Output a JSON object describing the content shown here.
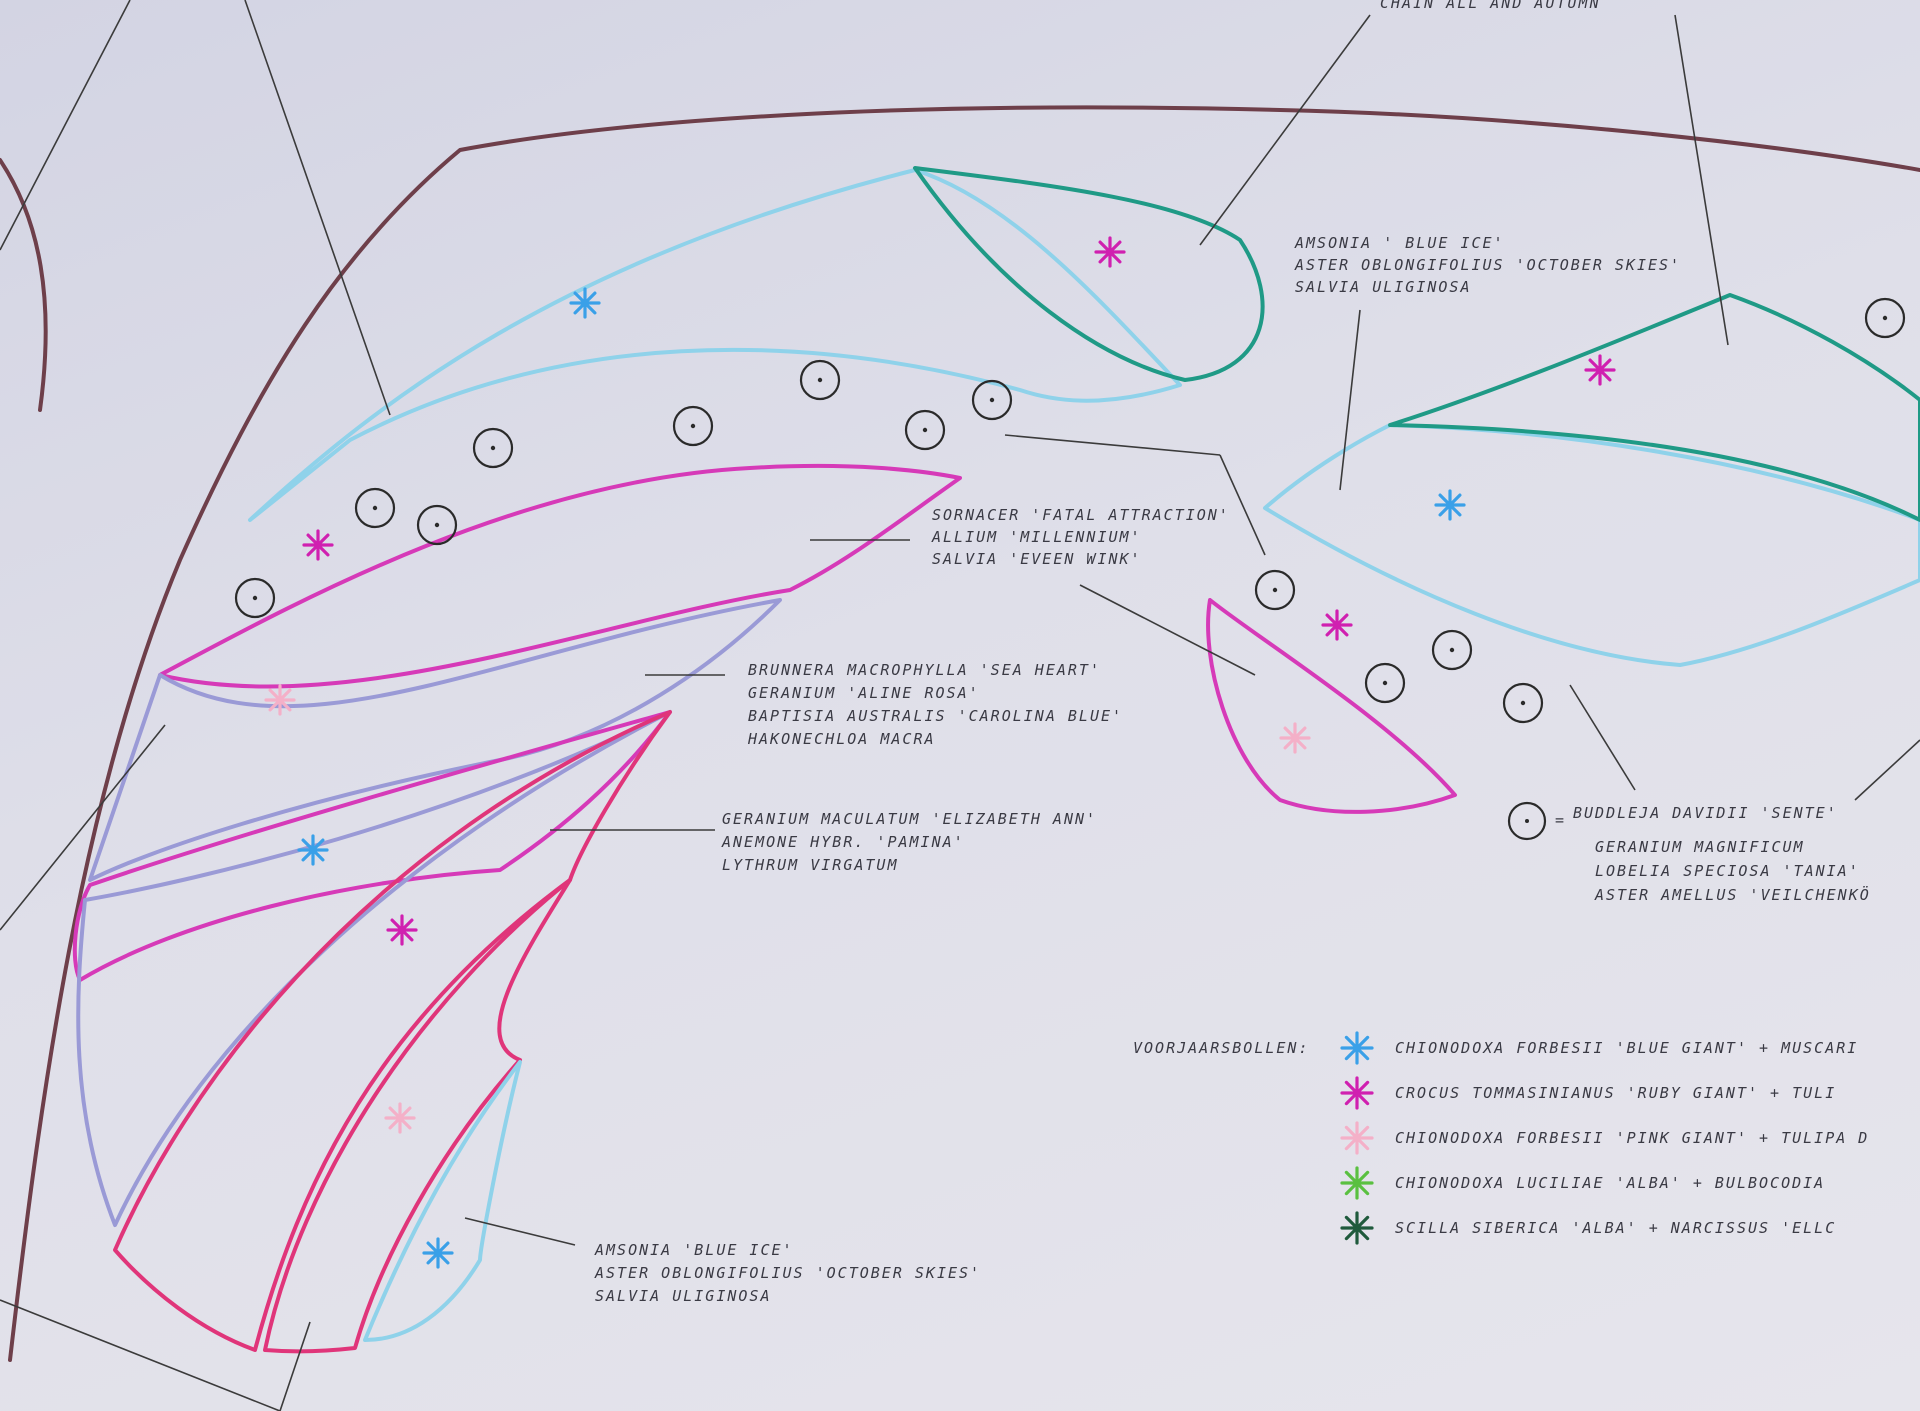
{
  "colors": {
    "paper": "#dcdce8",
    "path_border": "#6e3f4a",
    "light_blue": "#8fd2ea",
    "teal": "#1f9a86",
    "magenta": "#d63ab8",
    "pink_red": "#e0357a",
    "lavender": "#9a9ad6",
    "ink": "#3a3a44",
    "star_blue": "#3aa0e8",
    "star_magenta": "#d020b0",
    "star_pink": "#f4b0c8",
    "star_green": "#5ac040",
    "star_darkgreen": "#1f5a3c"
  },
  "labels": {
    "top_cut": "CHAIN  ALL  AND  AUTUMN",
    "teal_right": [
      "AMSONIA ' BLUE ICE'",
      "ASTER OBLONGIFOLIUS 'OCTOBER SKIES'",
      "SALVIA ULIGINOSA"
    ],
    "magenta_top": [
      "SORNACER 'FATAL ATTRACTION'",
      "ALLIUM 'MILLENNIUM'",
      "SALVIA 'EVEEN WINK'"
    ],
    "magenta_middle": [
      "BRUNNERA MACROPHYLLA 'SEA HEART'",
      "GERANIUM 'ALINE ROSA'",
      "BAPTISIA AUSTRALIS 'CAROLINA BLUE'",
      "HAKONECHLOA MACRA"
    ],
    "magenta_lower": [
      "GERANIUM MACULATUM 'ELIZABETH ANN'",
      "ANEMONE HYBR. 'PAMINA'",
      "LYTHRUM VIRGATUM"
    ],
    "bottom_blue": [
      "AMSONIA 'BLUE ICE'",
      "ASTER OBLONGIFOLIUS 'OCTOBER SKIES'",
      "SALVIA ULIGINOSA"
    ],
    "buddleja": [
      "BUDDLEJA DAVIDII 'SENTE'",
      "GERANIUM MAGNIFICUM",
      "LOBELIA SPECIOSA 'TANIA'",
      "ASTER AMELLUS 'VEILCHENKÖ"
    ]
  },
  "legend": {
    "title": "VOORJAARSBOLLEN:",
    "items": [
      {
        "icon": "blue-star-icon",
        "color": "#3aa0e8",
        "text": "CHIONODOXA FORBESII 'BLUE GIANT' + MUSCARI"
      },
      {
        "icon": "magenta-star-icon",
        "color": "#d020b0",
        "text": "CROCUS TOMMASINIANUS 'RUBY GIANT' + TULI"
      },
      {
        "icon": "pink-star-icon",
        "color": "#f4b0c8",
        "text": "CHIONODOXA FORBESII 'PINK GIANT' + TULIPA D"
      },
      {
        "icon": "green-star-icon",
        "color": "#5ac040",
        "text": "CHIONODOXA LUCILIAE 'ALBA' + BULBOCODIA"
      },
      {
        "icon": "darkgreen-star-icon",
        "color": "#1f5a3c",
        "text": "SCILLA SIBERICA 'ALBA' + NARCISSUS 'ELLC"
      }
    ]
  }
}
